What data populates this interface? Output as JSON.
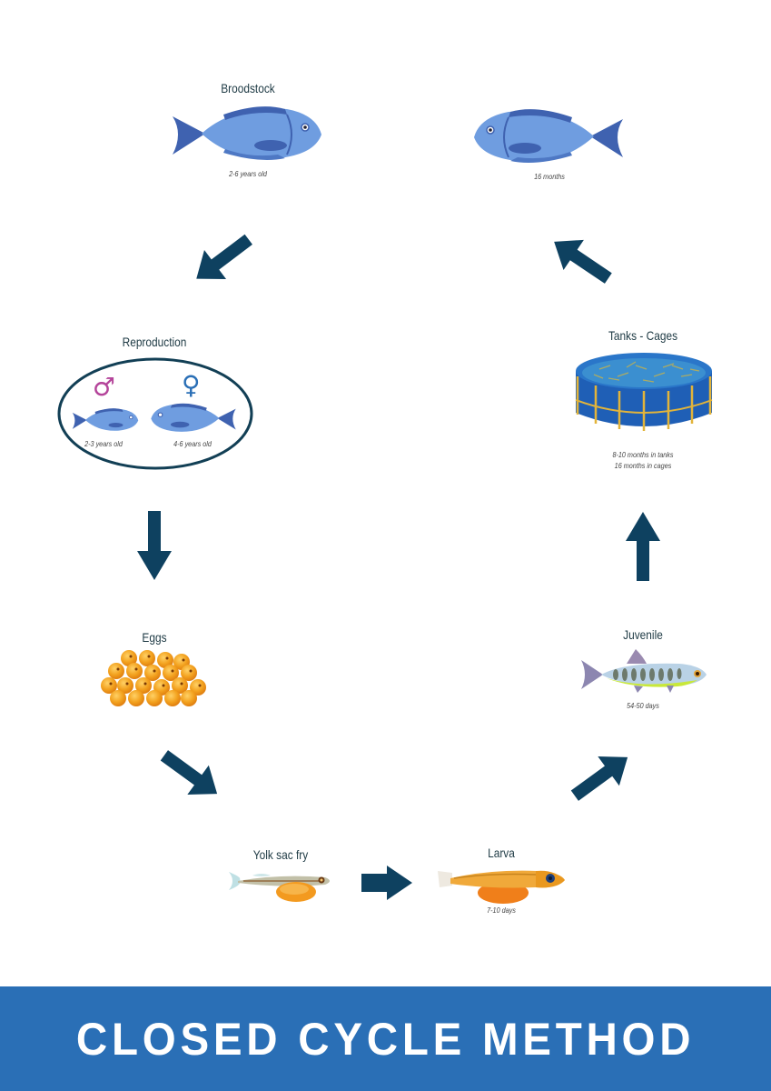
{
  "diagram": {
    "title": "CLOSED CYCLE METHOD",
    "colors": {
      "arrow": "#0e4160",
      "banner": "#2a6fb6",
      "fish_body": "#6f9de0",
      "fish_dark": "#3f62b0",
      "egg": "#f3a21f",
      "tank": "#1f5fb6",
      "tank_frame": "#e2b43a",
      "male_symbol": "#b4449a",
      "female_symbol": "#2a6fb6"
    },
    "stages": {
      "broodstock": {
        "label": "Broodstock",
        "caption": "2-6 years old"
      },
      "market_fish": {
        "label": "",
        "caption": "16 months"
      },
      "reproduction": {
        "label": "Reproduction",
        "male": {
          "symbol": "♂",
          "caption": "2-3 years old"
        },
        "female": {
          "symbol": "♀",
          "caption": "4-6 years old"
        }
      },
      "eggs": {
        "label": "Eggs"
      },
      "yolk_sac_fry": {
        "label": "Yolk sac fry"
      },
      "larva": {
        "label": "Larva",
        "caption": "7-10 days"
      },
      "juvenile": {
        "label": "Juvenile",
        "caption": "54-50 days"
      },
      "tanks_cages": {
        "label": "Tanks - Cages",
        "caption_line1": "8-10 months in tanks",
        "caption_line2": "16 months in cages"
      }
    },
    "flow": [
      "Broodstock",
      "Reproduction",
      "Eggs",
      "Yolk sac fry",
      "Larva",
      "Juvenile",
      "Tanks - Cages",
      "16 months",
      "Broodstock"
    ]
  }
}
